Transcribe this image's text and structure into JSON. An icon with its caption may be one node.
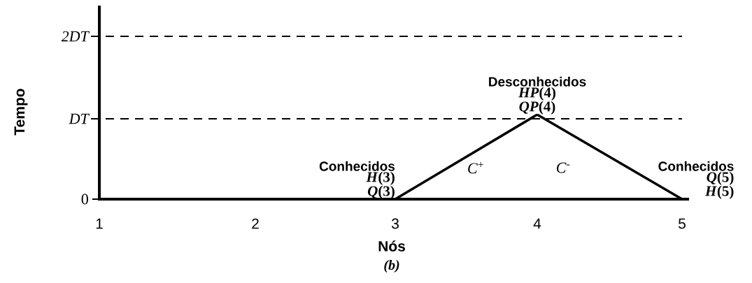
{
  "diagram": {
    "caption": "(b)",
    "nodes": [
      {
        "text": [
          "Conhecidos",
          "*H*(3)",
          "*Q*(3)"
        ]
      },
      {
        "text": [
          "Desconhecidos",
          "*HP*(4)",
          "*QP*(4)"
        ]
      },
      {
        "text": [
          "Conhecidos",
          "*Q*(5)",
          "*H*(5)"
        ]
      }
    ],
    "edges": [
      {
        "from": 0,
        "to": 1,
        "arrow": "none",
        "label": "*C*$^{+}$"
      },
      {
        "from": 2,
        "to": 1,
        "arrow": "none",
        "label": "*C*$^{-}$"
      }
    ],
    "labels": [
      "2DT",
      "Tempo",
      "DT",
      "0",
      "1",
      "2",
      "3",
      "4",
      "5",
      "Nós"
    ]
  }
}
